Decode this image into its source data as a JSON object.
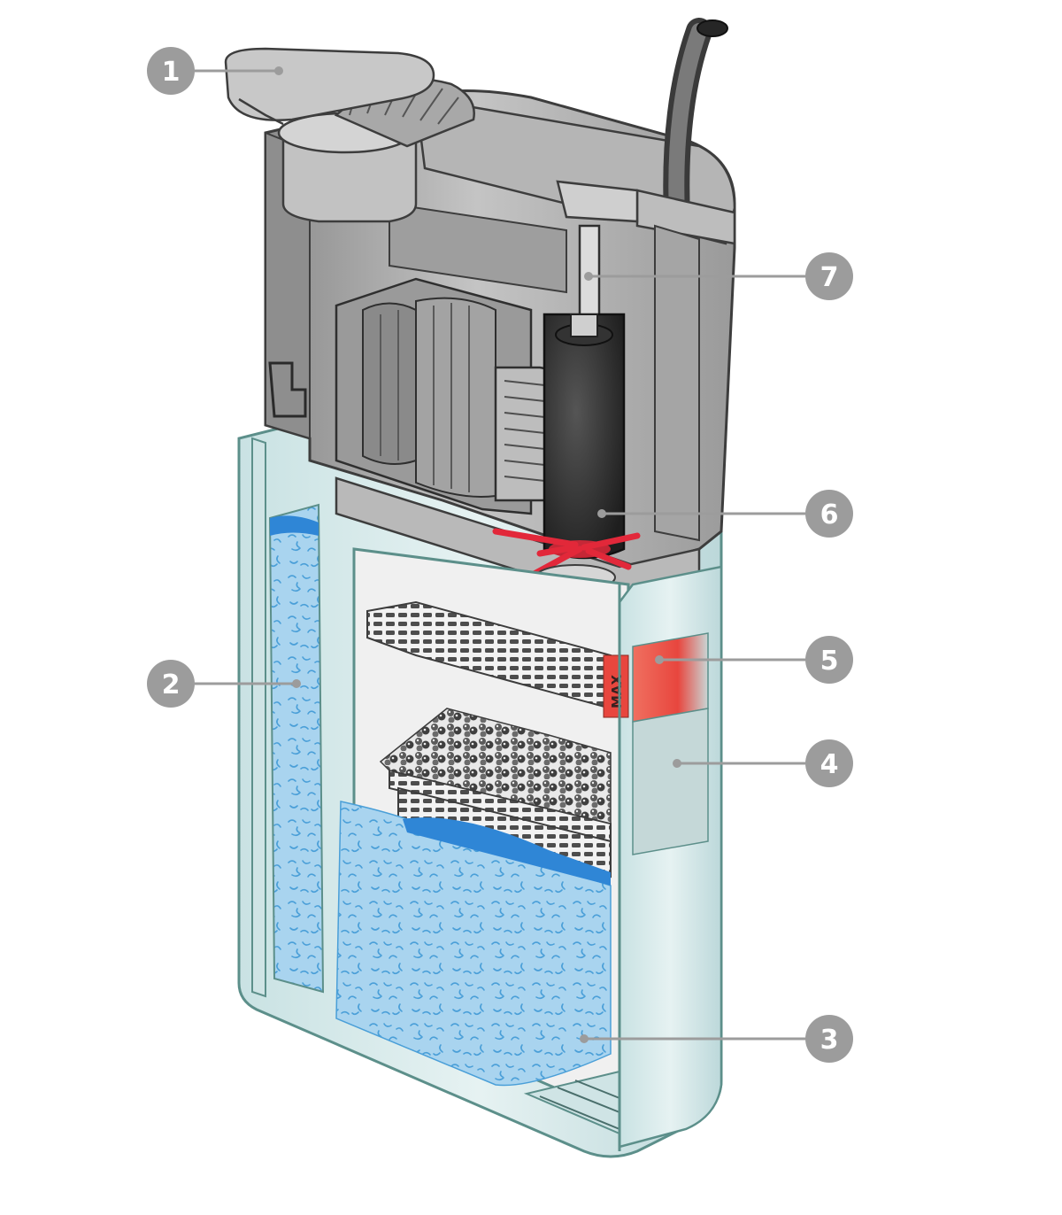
{
  "diagram": {
    "callouts": [
      {
        "label": "1"
      },
      {
        "label": "2"
      },
      {
        "label": "3"
      },
      {
        "label": "4"
      },
      {
        "label": "5"
      },
      {
        "label": "6"
      },
      {
        "label": "7"
      }
    ],
    "max_marking": "MAX"
  },
  "colors": {
    "callout_fill": "#9c9c9c",
    "callout_text": "#ffffff",
    "leader_line": "#9c9c9c",
    "housing_light": "#c9c9c9",
    "housing_mid": "#a9a9a9",
    "housing_dark": "#6f6f6f",
    "glass_edge": "#5c8f8a",
    "glass_fill": "#d6e9ea",
    "sponge_blue": "#a9d4ef",
    "sponge_fiber": "#4a9fd8",
    "water_blue": "#2f86d6",
    "impeller_red": "#e2283a",
    "max_red": "#e8463e"
  }
}
